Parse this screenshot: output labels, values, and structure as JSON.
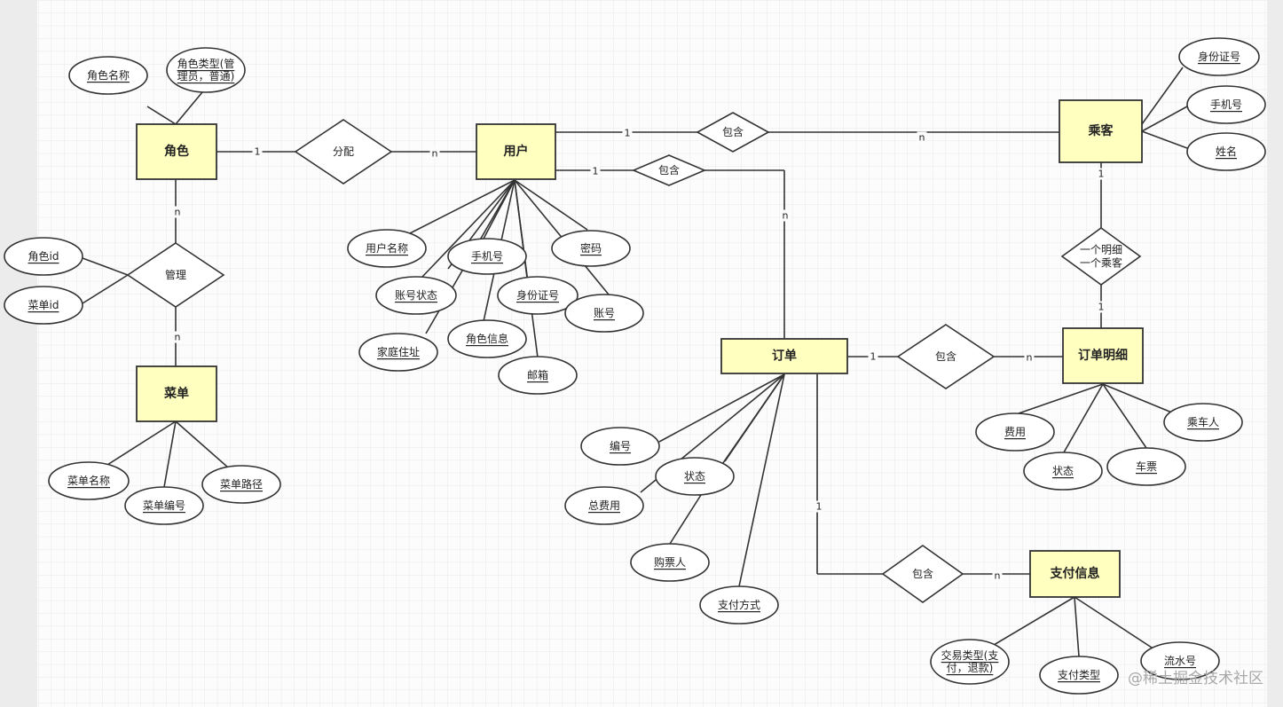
{
  "entities": [
    {
      "id": "role",
      "label": "角色"
    },
    {
      "id": "user",
      "label": "用户"
    },
    {
      "id": "passenger",
      "label": "乘客"
    },
    {
      "id": "menu",
      "label": "菜单"
    },
    {
      "id": "order",
      "label": "订单"
    },
    {
      "id": "order_detail",
      "label": "订单明细"
    },
    {
      "id": "payment",
      "label": "支付信息"
    }
  ],
  "relationships": [
    {
      "id": "assign",
      "lines": [
        "分配"
      ]
    },
    {
      "id": "manage",
      "lines": [
        "管理"
      ]
    },
    {
      "id": "user_passenger",
      "lines": [
        "包含"
      ]
    },
    {
      "id": "user_order",
      "lines": [
        "包含"
      ]
    },
    {
      "id": "passenger_detail",
      "lines": [
        "一个明细",
        "一个乘客"
      ]
    },
    {
      "id": "order_detail_rel",
      "lines": [
        "包含"
      ]
    },
    {
      "id": "order_payment",
      "lines": [
        "包含"
      ]
    }
  ],
  "attributes": [
    {
      "id": "role_name",
      "lines": [
        "角色名称"
      ]
    },
    {
      "id": "role_type",
      "lines": [
        "角色类型(管",
        "理员，普通)"
      ]
    },
    {
      "id": "role_id",
      "lines": [
        "角色id"
      ]
    },
    {
      "id": "menu_id",
      "lines": [
        "菜单id"
      ]
    },
    {
      "id": "menu_name",
      "lines": [
        "菜单名称"
      ]
    },
    {
      "id": "menu_no",
      "lines": [
        "菜单编号"
      ]
    },
    {
      "id": "menu_path",
      "lines": [
        "菜单路径"
      ]
    },
    {
      "id": "user_name",
      "lines": [
        "用户名称"
      ]
    },
    {
      "id": "user_phone",
      "lines": [
        "手机号"
      ]
    },
    {
      "id": "user_password",
      "lines": [
        "密码"
      ]
    },
    {
      "id": "user_status",
      "lines": [
        "账号状态"
      ]
    },
    {
      "id": "user_idcard",
      "lines": [
        "身份证号"
      ]
    },
    {
      "id": "user_account",
      "lines": [
        "账号"
      ]
    },
    {
      "id": "user_address",
      "lines": [
        "家庭住址"
      ]
    },
    {
      "id": "user_roleinfo",
      "lines": [
        "角色信息"
      ]
    },
    {
      "id": "user_email",
      "lines": [
        "邮箱"
      ]
    },
    {
      "id": "pass_idcard",
      "lines": [
        "身份证号"
      ]
    },
    {
      "id": "pass_phone",
      "lines": [
        "手机号"
      ]
    },
    {
      "id": "pass_name",
      "lines": [
        "姓名"
      ]
    },
    {
      "id": "order_no",
      "lines": [
        "编号"
      ]
    },
    {
      "id": "order_status",
      "lines": [
        "状态"
      ]
    },
    {
      "id": "order_total",
      "lines": [
        "总费用"
      ]
    },
    {
      "id": "order_buyer",
      "lines": [
        "购票人"
      ]
    },
    {
      "id": "order_paymethod",
      "lines": [
        "支付方式"
      ]
    },
    {
      "id": "detail_fee",
      "lines": [
        "费用"
      ]
    },
    {
      "id": "detail_rider",
      "lines": [
        "乘车人"
      ]
    },
    {
      "id": "detail_status",
      "lines": [
        "状态"
      ]
    },
    {
      "id": "detail_ticket",
      "lines": [
        "车票"
      ]
    },
    {
      "id": "pay_txtype",
      "lines": [
        "交易类型(支",
        "付，退款)"
      ]
    },
    {
      "id": "pay_type",
      "lines": [
        "支付类型"
      ]
    },
    {
      "id": "pay_serial",
      "lines": [
        "流水号"
      ]
    }
  ],
  "cardinality_labels": [
    {
      "id": "c1",
      "text": "1"
    },
    {
      "id": "c2",
      "text": "n"
    },
    {
      "id": "c3",
      "text": "n"
    },
    {
      "id": "c4",
      "text": "n"
    },
    {
      "id": "c5",
      "text": "1"
    },
    {
      "id": "c6",
      "text": "n"
    },
    {
      "id": "c7",
      "text": "1"
    },
    {
      "id": "c8",
      "text": "n"
    },
    {
      "id": "c9",
      "text": "1"
    },
    {
      "id": "c10",
      "text": "1"
    },
    {
      "id": "c11",
      "text": "1"
    },
    {
      "id": "c12",
      "text": "n"
    },
    {
      "id": "c13",
      "text": "1"
    },
    {
      "id": "c14",
      "text": "n"
    }
  ],
  "watermark": "@稀土掘金技术社区",
  "colors": {
    "entity_fill": "#ffffc0",
    "stroke": "#333333",
    "node_fill": "#ffffff",
    "grid": "#e0e0e0",
    "canvas": "#fcfcfc"
  }
}
